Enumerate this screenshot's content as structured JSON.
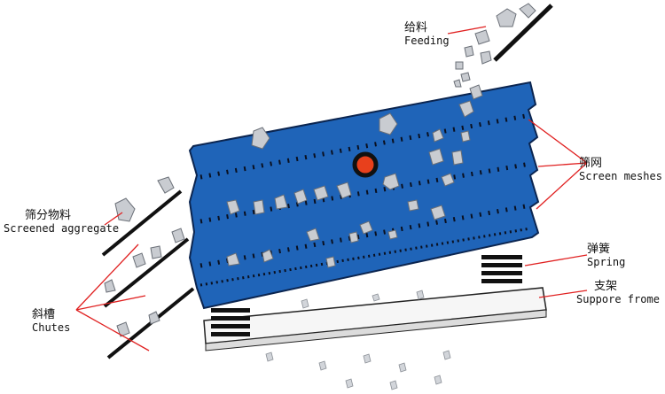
{
  "labels": {
    "feeding": {
      "zh": "给料",
      "en": "Feeding"
    },
    "screen_meshes": {
      "zh": "筛网",
      "en": "Screen meshes"
    },
    "screened_aggregate": {
      "zh": "筛分物料",
      "en": "Screened aggregate"
    },
    "spring": {
      "zh": "弹簧",
      "en": "Spring"
    },
    "chutes": {
      "zh": "斜槽",
      "en": "Chutes"
    },
    "support_frame": {
      "zh": "支架",
      "en": "Suppore frome"
    }
  },
  "colors": {
    "screen_body": "#1f64b8",
    "screen_outline": "#0b2550",
    "mesh_dots": "#0a1020",
    "vibrator": "#e8401c",
    "leader_line": "#e02020",
    "stone": "#c9ccd1",
    "stone_edge": "#6b7078",
    "frame": "#f6f6f6"
  }
}
